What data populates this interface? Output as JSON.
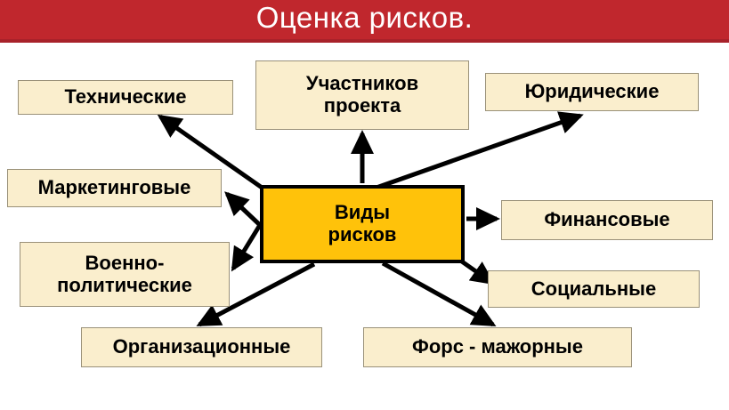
{
  "title": {
    "text": "Оценка рисков.",
    "banner_color": "#c0272d",
    "text_color": "#ffffff"
  },
  "diagram": {
    "type": "hub-and-spoke",
    "center": {
      "id": "center",
      "label": "Виды\nрисков",
      "fill": "#ffc20a",
      "border": "#000000"
    },
    "node_fill": "#faeecd",
    "node_border": "#9a9179",
    "arrow_color": "#000000",
    "nodes": [
      {
        "id": "tech",
        "label": "Технические"
      },
      {
        "id": "participants",
        "label": "Участников\nпроекта"
      },
      {
        "id": "legal",
        "label": "Юридические"
      },
      {
        "id": "marketing",
        "label": "Маркетинговые"
      },
      {
        "id": "military",
        "label": "Военно-\nполитические"
      },
      {
        "id": "financial",
        "label": "Финансовые"
      },
      {
        "id": "social",
        "label": "Социальные"
      },
      {
        "id": "organizational",
        "label": "Организационные"
      },
      {
        "id": "forcemajeure",
        "label": "Форс - мажорные"
      }
    ],
    "edges": [
      {
        "from": "center",
        "to": "tech",
        "direction": "up-left"
      },
      {
        "from": "center",
        "to": "participants",
        "direction": "up"
      },
      {
        "from": "center",
        "to": "legal",
        "direction": "up-right"
      },
      {
        "from": "center",
        "to": "marketing",
        "direction": "left-up"
      },
      {
        "from": "center",
        "to": "military",
        "direction": "left-down"
      },
      {
        "from": "center",
        "to": "financial",
        "direction": "right"
      },
      {
        "from": "center",
        "to": "social",
        "direction": "right-down"
      },
      {
        "from": "center",
        "to": "organizational",
        "direction": "down-left"
      },
      {
        "from": "center",
        "to": "forcemajeure",
        "direction": "down-right"
      }
    ]
  }
}
